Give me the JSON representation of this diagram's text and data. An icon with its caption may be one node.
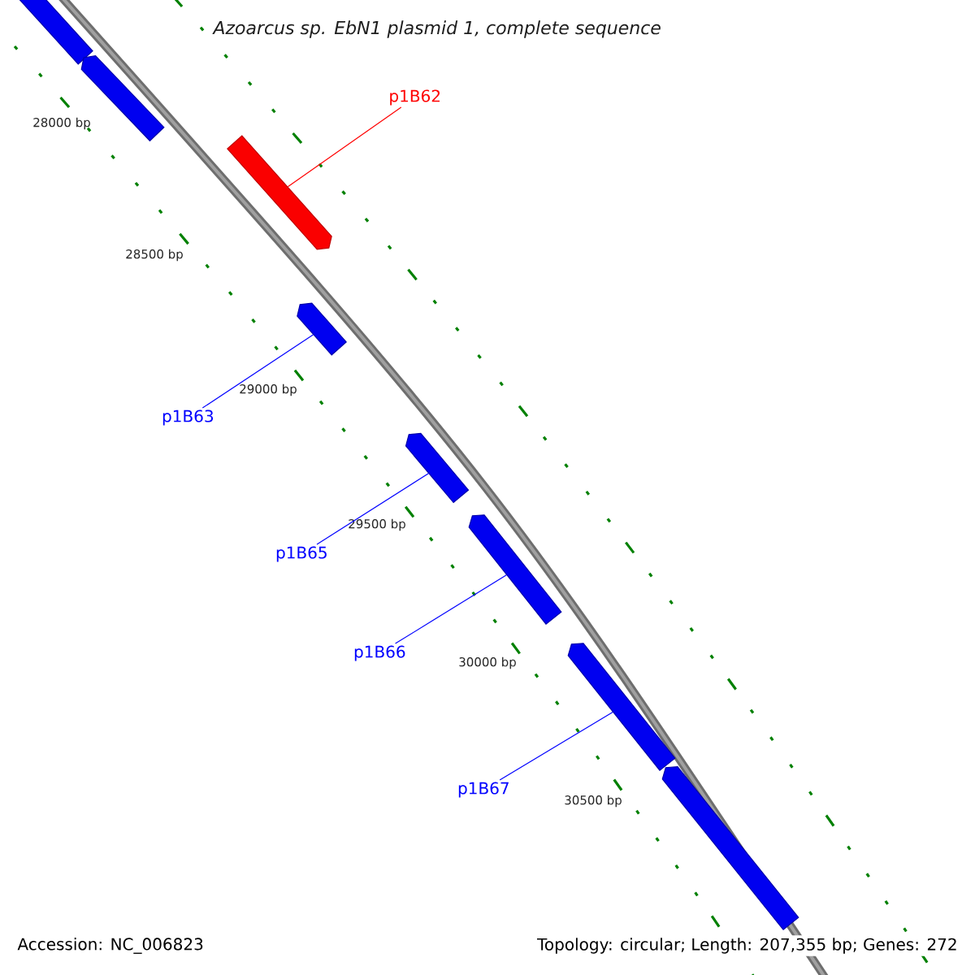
{
  "diagram": {
    "title": "Azoarcus sp. EbN1 plasmid 1, complete sequence",
    "nodes": [
      {
        "text": [],
        "shape": "bar"
      },
      {
        "text": [],
        "shape": "bar"
      },
      {
        "text": [
          "p1B62"
        ]
      },
      {
        "text": [],
        "shape": "bar"
      },
      {
        "text": [],
        "shape": "bar"
      },
      {
        "text": [
          "p1B63"
        ]
      },
      {
        "text": [],
        "shape": "bar"
      },
      {
        "text": [
          "p1B65"
        ]
      },
      {
        "text": [],
        "shape": "bar"
      },
      {
        "text": [
          "p1B66"
        ]
      },
      {
        "text": [],
        "shape": "bar"
      },
      {
        "text": [
          "p1B67"
        ]
      },
      {
        "text": [],
        "shape": "bar"
      }
    ],
    "edges": [
      {
        "from": 2,
        "to": 3,
        "arrow": "none",
        "color": "#ff0000"
      },
      {
        "from": 5,
        "to": 4,
        "arrow": "none"
      },
      {
        "from": 7,
        "to": 6,
        "arrow": "none"
      },
      {
        "from": 9,
        "to": 8,
        "arrow": "none"
      },
      {
        "from": 11,
        "to": 10,
        "arrow": "none"
      }
    ],
    "labels": [
      "28000 bp",
      "28500 bp",
      "29000 bp",
      "29500 bp",
      "30000 bp",
      "30500 bp",
      "Accession: NC_006823",
      "Topology: circular; Length: 207,355 bp; Genes: 272"
    ]
  }
}
